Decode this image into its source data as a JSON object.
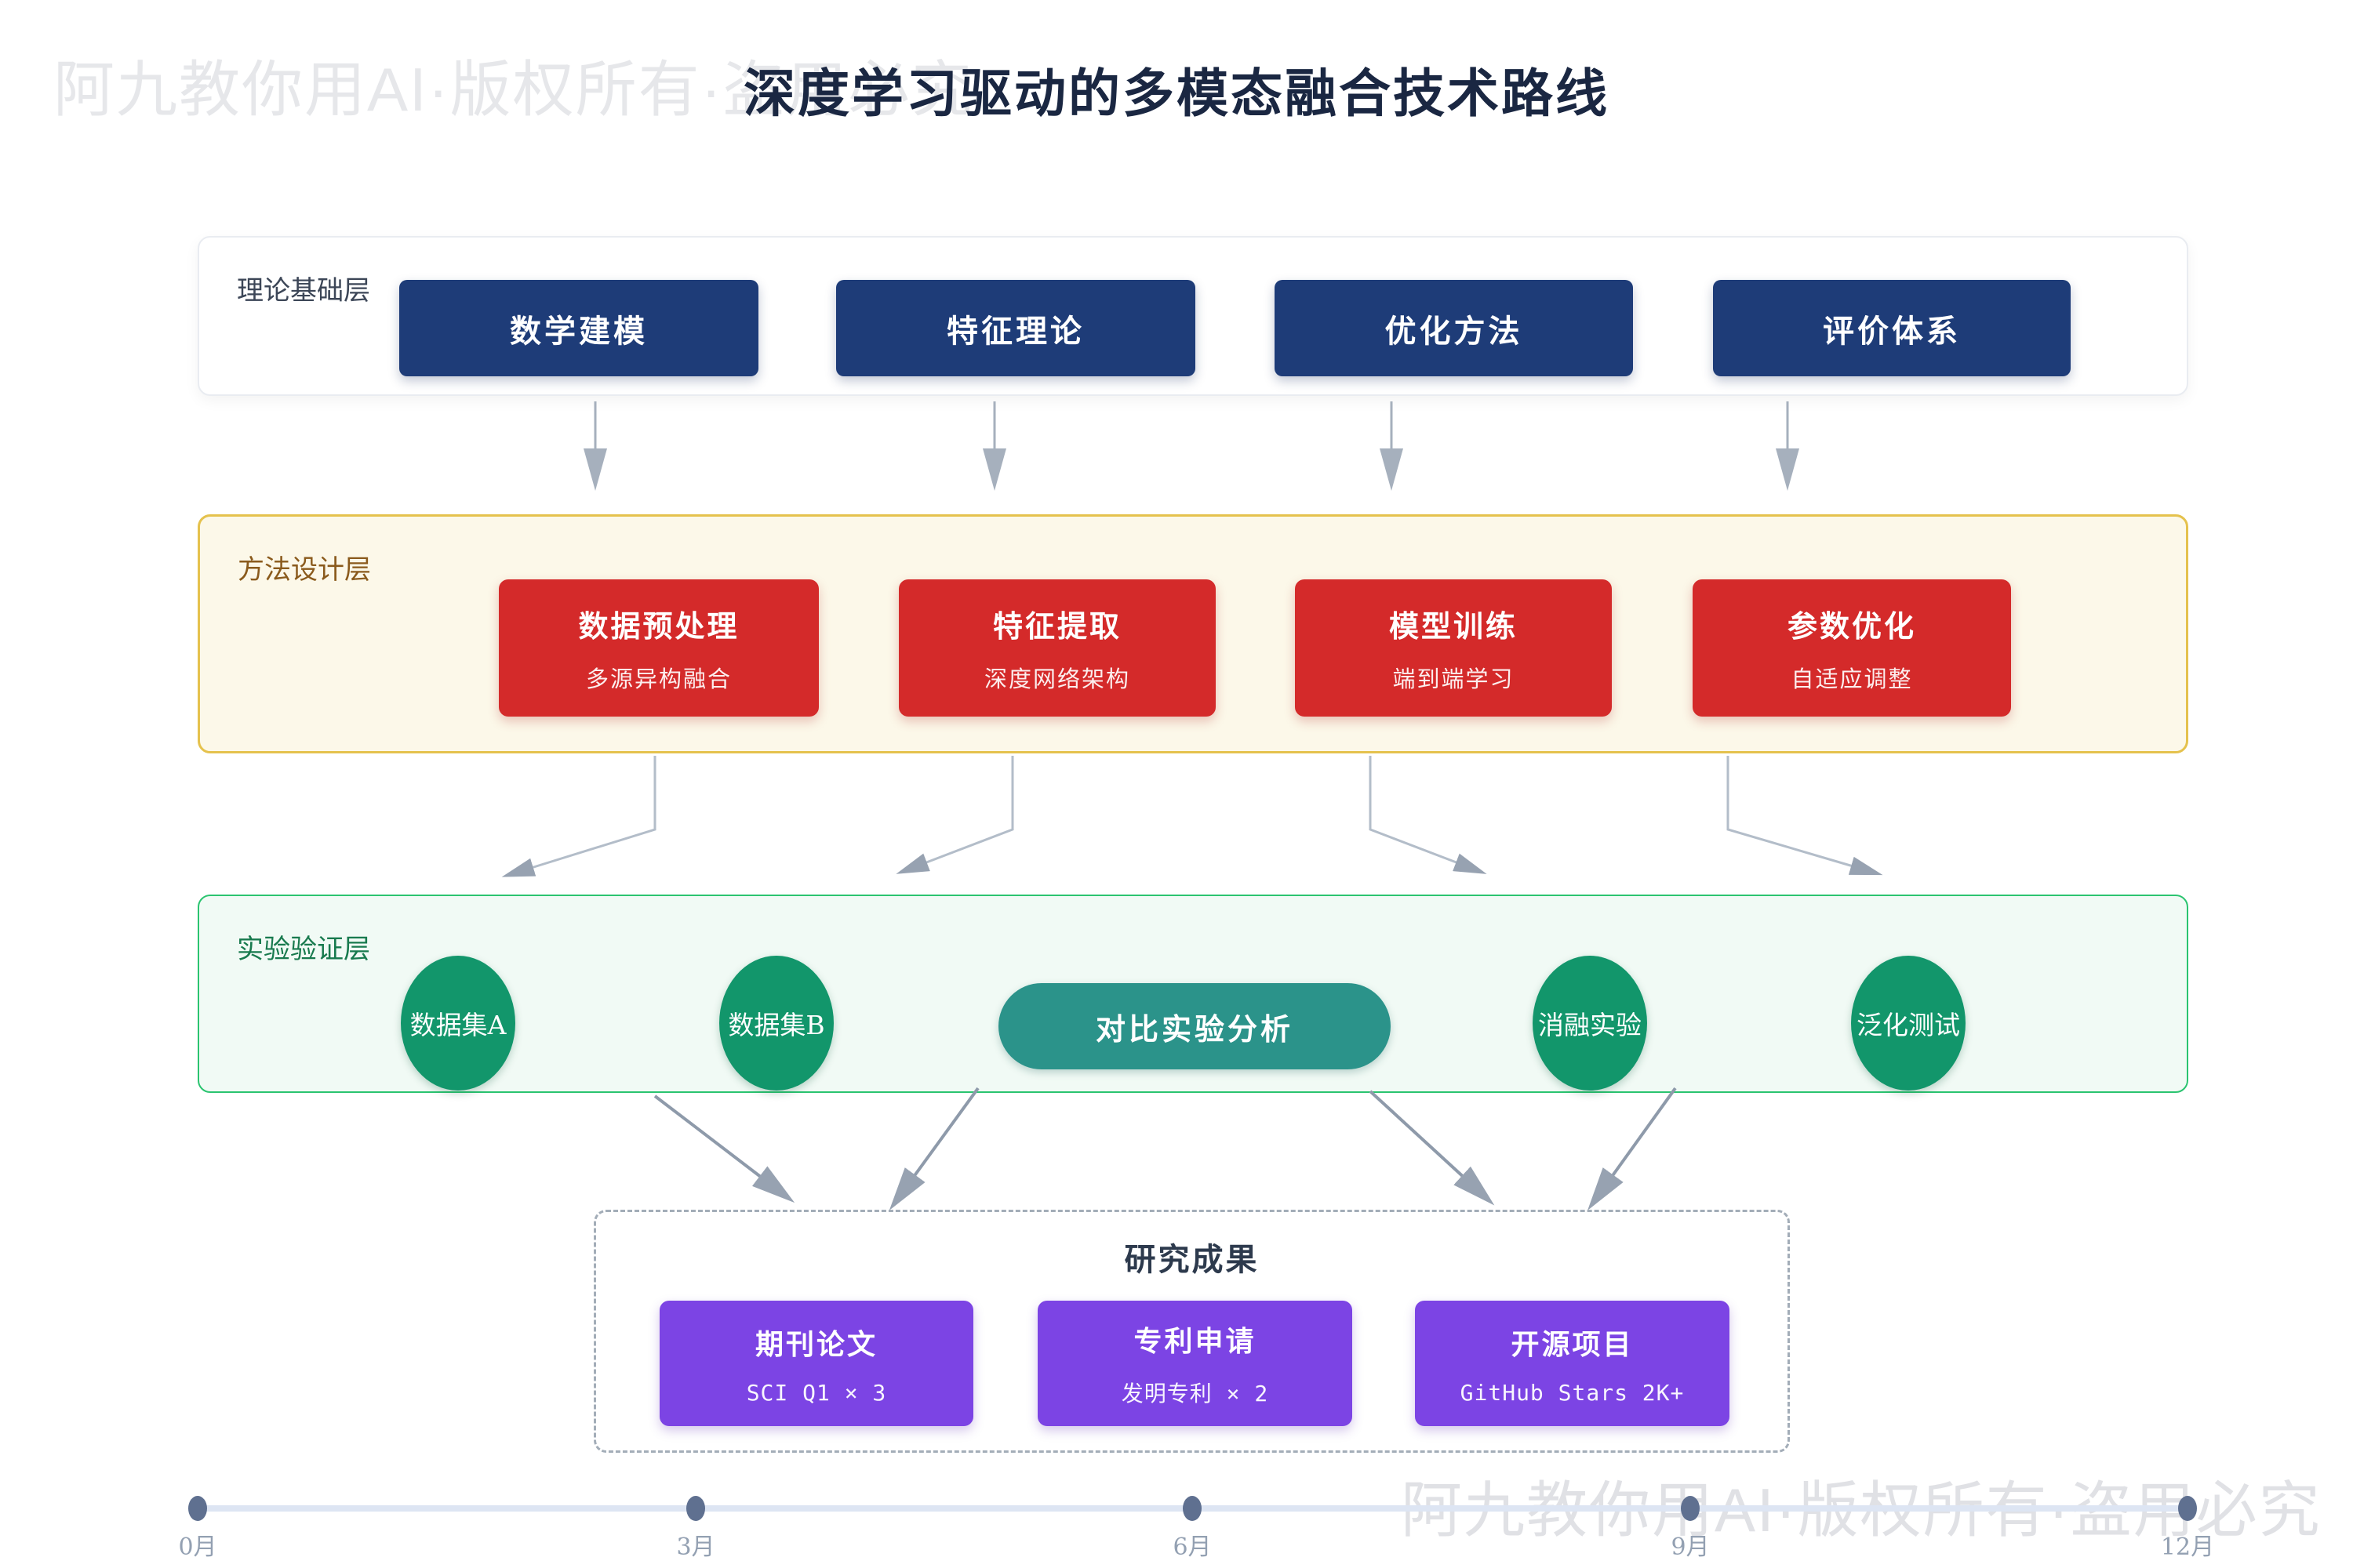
{
  "title": "深度学习驱动的多模态融合技术路线",
  "watermark": {
    "top_left": "阿九教你用AI·版权所有·盗用必究",
    "bottom_right": "阿九教你用AI·版权所有·盗用必究"
  },
  "layers": {
    "theory": {
      "label": "理论基础层",
      "box_color": "#1e3c78",
      "boxes": [
        "数学建模",
        "特征理论",
        "优化方法",
        "评价体系"
      ]
    },
    "method": {
      "label": "方法设计层",
      "box_color": "#d42a2a",
      "bg_color": "#fcf8e9",
      "border_color": "#e5c24d",
      "boxes": [
        {
          "title": "数据预处理",
          "subtitle": "多源异构融合"
        },
        {
          "title": "特征提取",
          "subtitle": "深度网络架构"
        },
        {
          "title": "模型训练",
          "subtitle": "端到端学习"
        },
        {
          "title": "参数优化",
          "subtitle": "自适应调整"
        }
      ]
    },
    "experiment": {
      "label": "实验验证层",
      "circle_color": "#12966b",
      "pill_color": "#2b938a",
      "bg_color": "#f1faf5",
      "border_color": "#2bc470",
      "nodes": [
        {
          "text": "数据集A",
          "shape": "circle"
        },
        {
          "text": "数据集B",
          "shape": "circle"
        },
        {
          "text": "对比实验分析",
          "shape": "pill"
        },
        {
          "text": "消融实验",
          "shape": "circle"
        },
        {
          "text": "泛化测试",
          "shape": "circle"
        }
      ]
    }
  },
  "results": {
    "label": "研究成果",
    "box_color": "#7c44e4",
    "boxes": [
      {
        "title": "期刊论文",
        "subtitle": "SCI Q1 × 3"
      },
      {
        "title": "专利申请",
        "subtitle": "发明专利 × 2"
      },
      {
        "title": "开源项目",
        "subtitle": "GitHub Stars 2K+"
      }
    ]
  },
  "timeline": {
    "labels": [
      "0月",
      "3月",
      "6月",
      "9月",
      "12月"
    ]
  }
}
